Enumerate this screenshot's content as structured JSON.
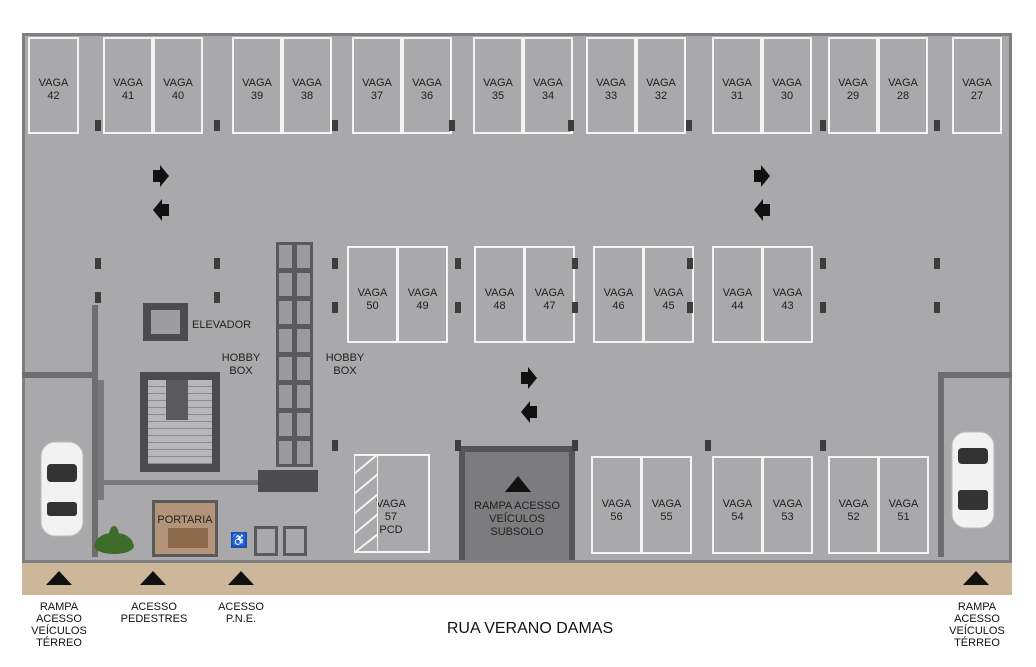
{
  "colors": {
    "floor": "#a9a8aa",
    "sidewalk": "#cdb79a",
    "slot_line": "#f4f4f4",
    "wall": "#6e6e70",
    "pne_blue": "#1f4ea3"
  },
  "top_slots": [
    {
      "label": "VAGA",
      "num": "42"
    },
    {
      "label": "VAGA",
      "num": "41"
    },
    {
      "label": "VAGA",
      "num": "40"
    },
    {
      "label": "VAGA",
      "num": "39"
    },
    {
      "label": "VAGA",
      "num": "38"
    },
    {
      "label": "VAGA",
      "num": "37"
    },
    {
      "label": "VAGA",
      "num": "36"
    },
    {
      "label": "VAGA",
      "num": "35"
    },
    {
      "label": "VAGA",
      "num": "34"
    },
    {
      "label": "VAGA",
      "num": "33"
    },
    {
      "label": "VAGA",
      "num": "32"
    },
    {
      "label": "VAGA",
      "num": "31"
    },
    {
      "label": "VAGA",
      "num": "30"
    },
    {
      "label": "VAGA",
      "num": "29"
    },
    {
      "label": "VAGA",
      "num": "28"
    },
    {
      "label": "VAGA",
      "num": "27"
    }
  ],
  "middle_slots": [
    {
      "label": "VAGA",
      "num": "50"
    },
    {
      "label": "VAGA",
      "num": "49"
    },
    {
      "label": "VAGA",
      "num": "48"
    },
    {
      "label": "VAGA",
      "num": "47"
    },
    {
      "label": "VAGA",
      "num": "46"
    },
    {
      "label": "VAGA",
      "num": "45"
    },
    {
      "label": "VAGA",
      "num": "44"
    },
    {
      "label": "VAGA",
      "num": "43"
    }
  ],
  "bottom_slots": [
    {
      "label": "VAGA",
      "num": "56"
    },
    {
      "label": "VAGA",
      "num": "55"
    },
    {
      "label": "VAGA",
      "num": "54"
    },
    {
      "label": "VAGA",
      "num": "53"
    },
    {
      "label": "VAGA",
      "num": "52"
    },
    {
      "label": "VAGA",
      "num": "51"
    }
  ],
  "pcd_slot": {
    "label": "VAGA",
    "num": "57",
    "extra": "PCD"
  },
  "areas": {
    "elevator": "ELEVADOR",
    "hobby_box_1": [
      "HOBBY",
      "BOX"
    ],
    "hobby_box_2": [
      "HOBBY",
      "BOX"
    ],
    "portaria": "PORTARIA",
    "ramp_subsolo": [
      "RAMPA ACESSO",
      "VEÍCULOS",
      "SUBSOLO"
    ]
  },
  "bottom_labels": {
    "ramp_left": [
      "RAMPA",
      "ACESSO",
      "VEÍCULOS",
      "TÉRREO"
    ],
    "pedestres": [
      "ACESSO",
      "PEDESTRES"
    ],
    "pne": [
      "ACESSO",
      "P.N.E."
    ],
    "ramp_right": [
      "RAMPA",
      "ACESSO",
      "VEÍCULOS",
      "TÉRREO"
    ]
  },
  "street_name": "RUA VERANO DAMAS",
  "icons": [
    "direction-arrow-icon",
    "wheelchair-icon",
    "car-icon",
    "plant-icon",
    "up-arrow-icon"
  ]
}
